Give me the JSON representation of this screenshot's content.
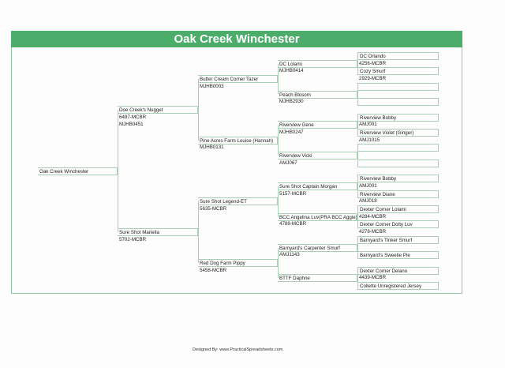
{
  "title": "Oak Creek Winchester",
  "footer": "Designed By:  www.PracticalSpreadsheets.com",
  "subject": {
    "name": "Oak Creek Winchester"
  },
  "parents": [
    {
      "name": "Doe Creek's Nugget",
      "reg1": "6497-MCBR",
      "reg2": "MJHB0451"
    },
    {
      "name": "Sure Shot Mariella",
      "reg1": "5702-MCBR"
    }
  ],
  "grandparents": [
    {
      "name": "Butter Cream Corner Tazer",
      "reg1": "MJHB0003"
    },
    {
      "name": "Pine Acres Farm Louise (Hannah)",
      "reg1": "MJHB0131"
    },
    {
      "name": "Sure Shot Legend-ET",
      "reg1": "5635-MCBR"
    },
    {
      "name": "Red Dog Farm Pippy",
      "reg1": "5458-MCBR"
    }
  ],
  "great_grandparents": [
    {
      "name": "DC Lolami",
      "reg1": "MJHB0414"
    },
    {
      "name": "Peach Blosom",
      "reg1": "MJHB2930"
    },
    {
      "name": "Riverview Gene",
      "reg1": "MJHB0247"
    },
    {
      "name": "Riverview Vicki",
      "reg1": "AMJ067"
    },
    {
      "name": "Sure Shot Captain Morgan",
      "reg1": "5157-MCBR"
    },
    {
      "name": "BCC Angelina Luv(PRA BCC Aggie)",
      "reg1": "4788-MCBR"
    },
    {
      "name": "Barnyard's Carpenter Smurf",
      "reg1": "AMJ1143"
    },
    {
      "name": "BTTF Daphne",
      "reg1": ""
    }
  ],
  "gg_grandparents": [
    {
      "name": "DC Orlando",
      "reg1": "4256-MCBR"
    },
    {
      "name": "Cozy Smurf",
      "reg1": "2929-MCBR"
    },
    {
      "name": "",
      "reg1": ""
    },
    {
      "name": "",
      "reg1": ""
    },
    {
      "name": "Riverview Bobby",
      "reg1": "AMJ001"
    },
    {
      "name": "Riverview Violet (Ginger)",
      "reg1": "AMJ1015"
    },
    {
      "name": "",
      "reg1": ""
    },
    {
      "name": "",
      "reg1": ""
    },
    {
      "name": "Riverview Bobby",
      "reg1": "AMJ001"
    },
    {
      "name": "Riverview Diane",
      "reg1": "AMJ018"
    },
    {
      "name": "Dexter Corner Lolami",
      "reg1": "4284-MCBR"
    },
    {
      "name": "Dexter Corner Dotty Luv",
      "reg1": "4278-MCBR"
    },
    {
      "name": "Barnyard's Tinker Smurf",
      "reg1": ""
    },
    {
      "name": "Barnyard's Sweetie Pie",
      "reg1": ""
    },
    {
      "name": "Dexter Corner Delano",
      "reg1": "4439-MCBR"
    },
    {
      "name": "Collette Unregistered Jersey",
      "reg1": ""
    }
  ]
}
